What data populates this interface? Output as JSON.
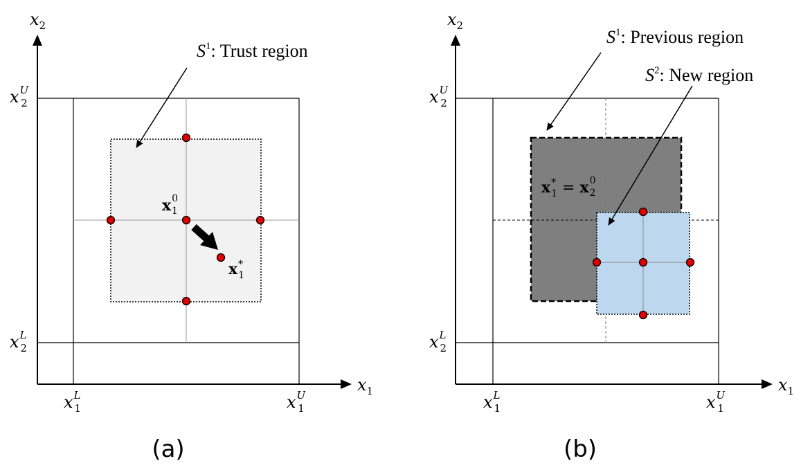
{
  "panel_a": {
    "x_axis": "x",
    "x_axis_sub": "1",
    "y_axis": "x",
    "y_axis_sub": "2",
    "x1_lower": "x",
    "x1_lower_sub": "1",
    "x1_lower_sup": "L",
    "x1_upper": "x",
    "x1_upper_sub": "1",
    "x1_upper_sup": "U",
    "x2_lower": "x",
    "x2_lower_sub": "2",
    "x2_lower_sup": "L",
    "x2_upper": "x",
    "x2_upper_sub": "2",
    "x2_upper_sup": "U",
    "region_label_S": "S",
    "region_label_sup": "1",
    "region_label_text": ": Trust region",
    "center_point": "x",
    "center_point_sub": "1",
    "center_point_sup": "0",
    "optimum_point": "x",
    "optimum_point_sub": "1",
    "optimum_point_sup": "*",
    "caption": "(a)"
  },
  "panel_b": {
    "x_axis": "x",
    "x_axis_sub": "1",
    "y_axis": "x",
    "y_axis_sub": "2",
    "x1_lower": "x",
    "x1_lower_sub": "1",
    "x1_lower_sup": "L",
    "x1_upper": "x",
    "x1_upper_sub": "1",
    "x1_upper_sup": "U",
    "x2_lower": "x",
    "x2_lower_sub": "2",
    "x2_lower_sup": "L",
    "x2_upper": "x",
    "x2_upper_sub": "2",
    "x2_upper_sup": "U",
    "prev_label_S": "S",
    "prev_label_sup": "1",
    "prev_label_text": ": Previous region",
    "new_label_S": "S",
    "new_label_sup": "2",
    "new_label_text": ": New region",
    "eq_left": "x",
    "eq_left_sub": "1",
    "eq_left_sup": "*",
    "eq_sign": " = ",
    "eq_right": "x",
    "eq_right_sub": "2",
    "eq_right_sup": "0",
    "caption": "(b)"
  },
  "colors": {
    "trust_region_fill": "#f2f2f2",
    "previous_region_fill": "#7f7f7f",
    "new_region_fill": "#bdd7ee",
    "sample_point": "#e00000"
  }
}
